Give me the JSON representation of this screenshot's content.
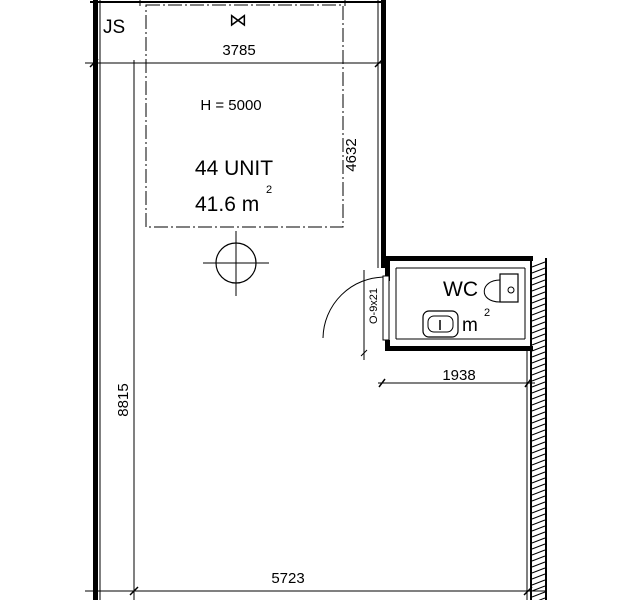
{
  "plan": {
    "js_label": "JS",
    "symbol": "⋈",
    "unit_title": "44 UNIT",
    "unit_area": "41.6 m",
    "unit_area_exp": "2",
    "height_label": "H = 5000",
    "door_label": "O-9x21",
    "wc_label": "WC",
    "wc_area": "m",
    "wc_area_exp": "2"
  },
  "dimensions": {
    "top_width": "3785",
    "inner_height": "4632",
    "total_height": "8815",
    "wc_width": "1938",
    "total_width": "5723"
  }
}
